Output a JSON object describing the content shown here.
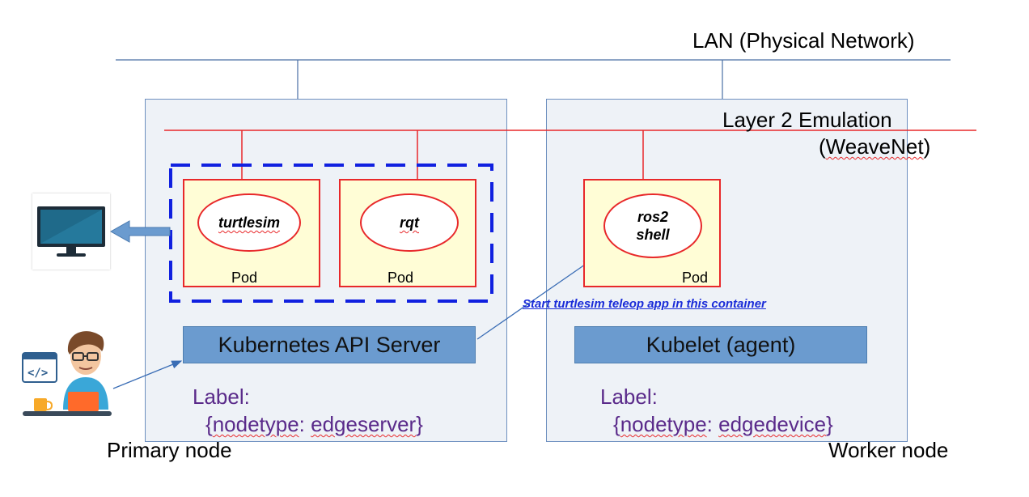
{
  "network": {
    "lan_label": "LAN (Physical Network)",
    "layer2_line1": "Layer 2 Emulation",
    "layer2_line2_open": "(",
    "layer2_line2_name": "WeaveNet",
    "layer2_line2_close": ")"
  },
  "primary_node": {
    "caption": "Primary node",
    "api_server": "Kubernetes API Server",
    "label_heading": "Label:",
    "label_open": "{",
    "label_key": "nodetype",
    "label_sep": ": ",
    "label_value": "edgeserver",
    "label_close": "}",
    "pods": [
      {
        "app": "turtlesim",
        "caption": "Pod"
      },
      {
        "app": "rqt",
        "caption": "Pod"
      }
    ]
  },
  "worker_node": {
    "caption": "Worker node",
    "agent": "Kubelet (agent)",
    "label_heading": "Label:",
    "label_open": "{",
    "label_key": "nodetype",
    "label_sep": ": ",
    "label_value": "edgedevice",
    "label_close": "}",
    "pods": [
      {
        "app_line1": "ros2",
        "app_line2": "shell",
        "caption": "Pod"
      }
    ]
  },
  "annotation": "Start turtlesim teleop app in this container",
  "colors": {
    "lan_line": "#4a6fa5",
    "weave_line": "#e8282a",
    "pod_group_border": "#1020e0",
    "label_text": "#5a2a8a",
    "arrow": "#3a6db5"
  },
  "icons": [
    "monitor-icon",
    "developer-icon",
    "code-window-icon",
    "coffee-mug-icon",
    "laptop-icon"
  ]
}
